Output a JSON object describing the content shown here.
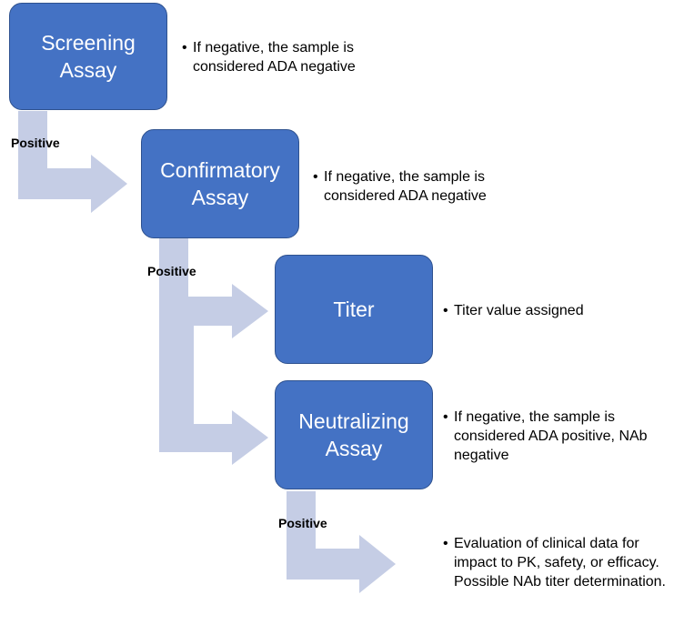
{
  "colors": {
    "box_fill": "#4472C4",
    "box_border": "#2F528F",
    "arrow_fill": "#C5CDE5",
    "box_text": "#FFFFFF"
  },
  "boxes": {
    "screening": "Screening\nAssay",
    "confirmatory": "Confirmatory\nAssay",
    "titer": "Titer",
    "neutralizing": "Neutralizing\nAssay"
  },
  "notes": {
    "screening": "If negative, the sample is considered ADA negative",
    "confirmatory": "If negative, the sample is considered ADA negative",
    "titer": "Titer value assigned",
    "neutralizing": "If negative, the sample is considered ADA positive, NAb negative",
    "final": "Evaluation of clinical data for impact to PK, safety, or efficacy. Possible NAb titer determination."
  },
  "labels": {
    "positive_1": "Positive",
    "positive_2": "Positive",
    "positive_3": "Positive"
  }
}
